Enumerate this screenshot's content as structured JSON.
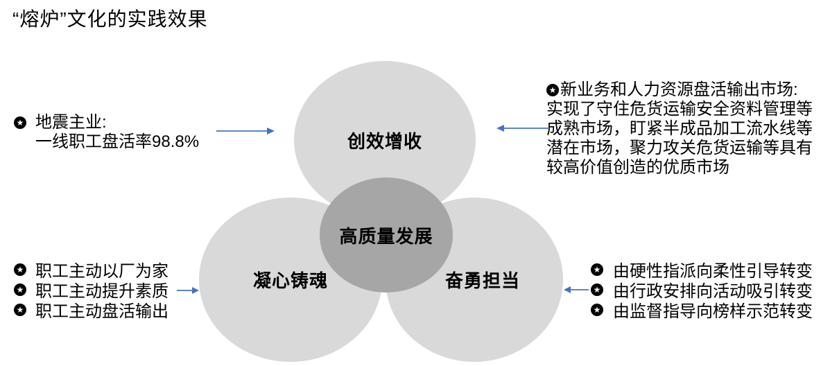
{
  "page": {
    "title": "“熔炉”文化的实践效果"
  },
  "colors": {
    "background": "#FFFFFF",
    "circle_light": "#D9D9D9",
    "circle_dark": "#A6A6A6",
    "arrow": "#4472C4",
    "text": "#000000"
  },
  "icons": {
    "star_bullet": "★"
  },
  "venn": {
    "top": "创效增收",
    "bottom_left": "凝心铸魂",
    "bottom_right": "奋勇担当",
    "center": "高质量发展"
  },
  "notes": {
    "top_left": {
      "line1": "地震主业:",
      "line2": "一线职工盘活率98.8%"
    },
    "top_right": {
      "lines": [
        "新业务和人力资源盘活输出市场:",
        "实现了守住危货运输安全资料管理等",
        "成熟市场，盯紧半成品加工流水线等",
        "潜在市场，聚力攻关危货运输等具有",
        "较高价值创造的优质市场"
      ]
    },
    "bottom_left": {
      "items": [
        "职工主动以厂为家",
        "职工主动提升素质",
        "职工主动盘活输出"
      ]
    },
    "bottom_right": {
      "items": [
        "由硬性指派向柔性引导转变",
        "由行政安排向活动吸引转变",
        "由监督指导向榜样示范转变"
      ]
    }
  }
}
